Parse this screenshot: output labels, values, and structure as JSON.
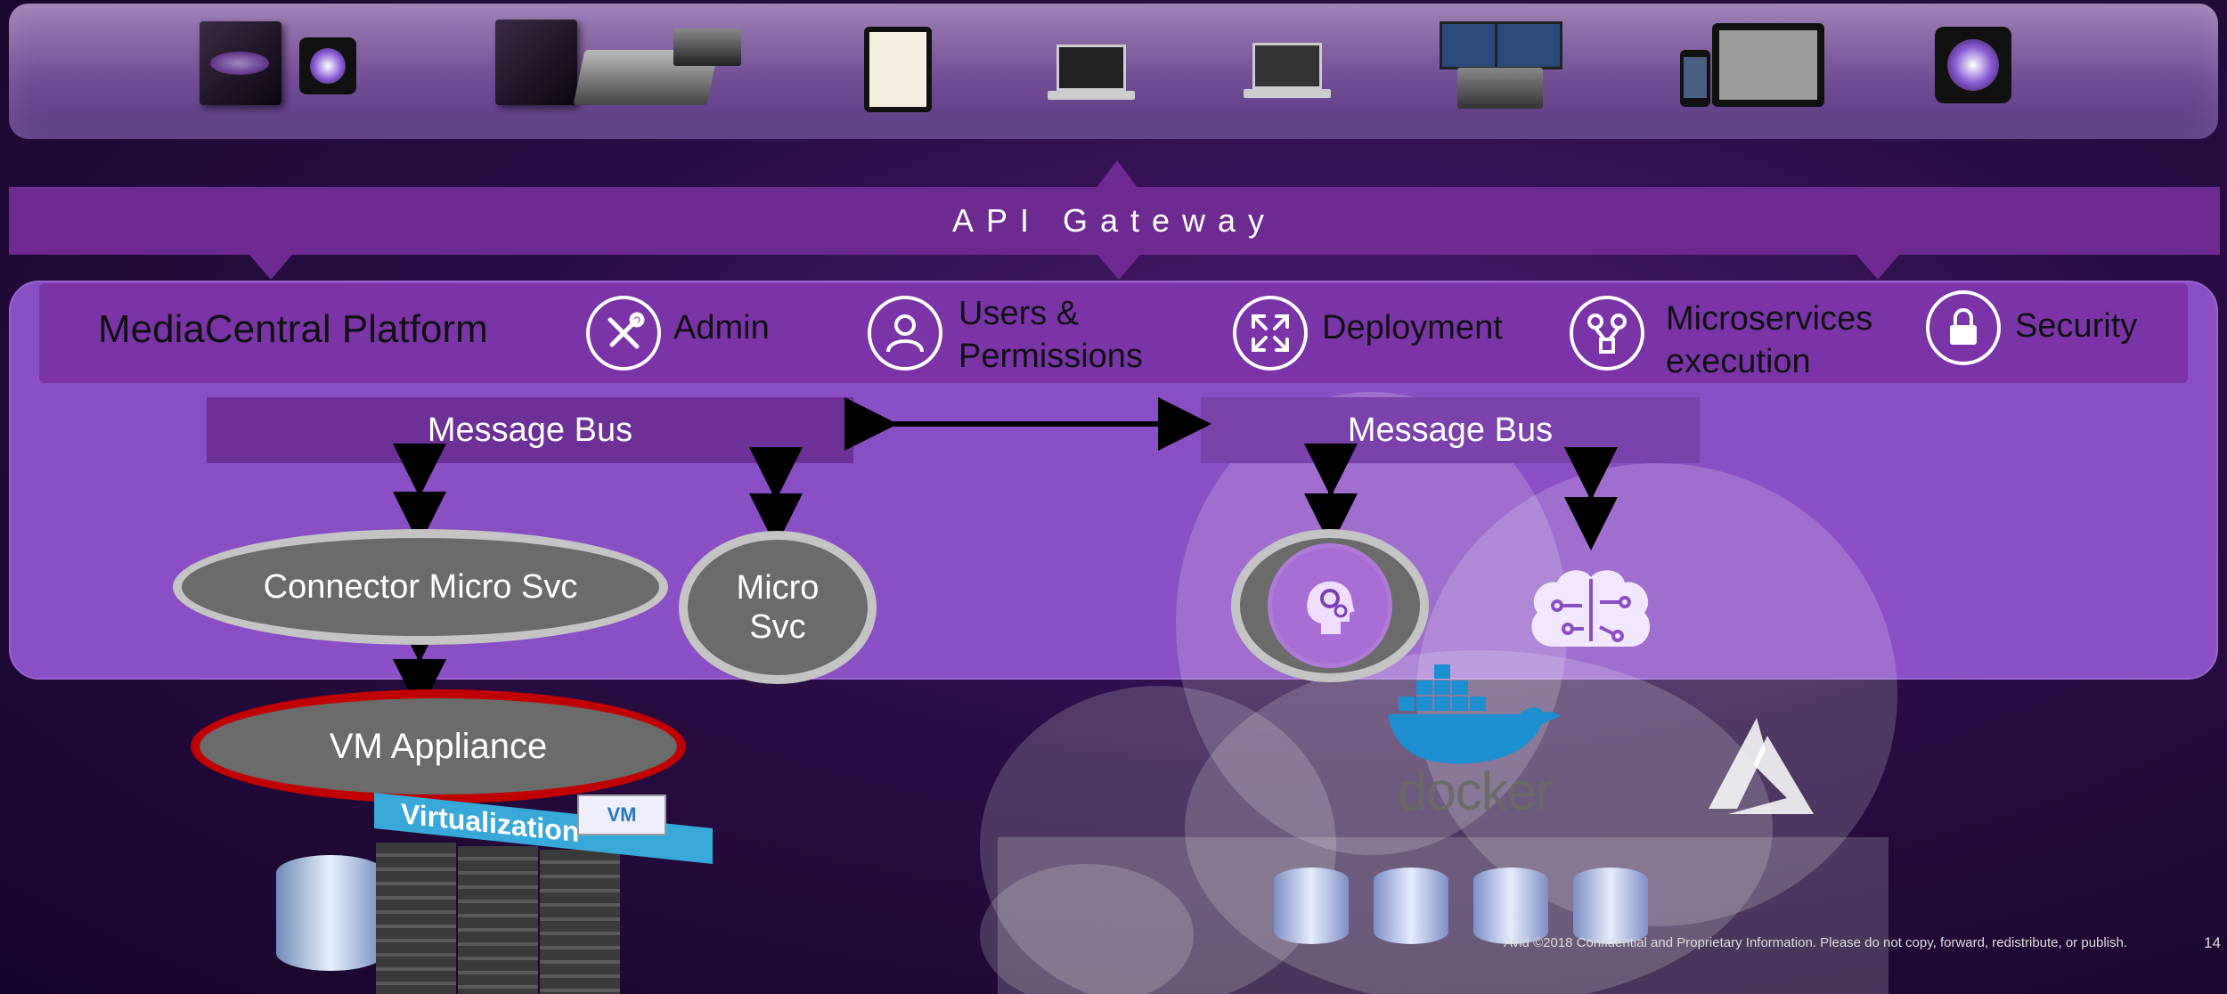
{
  "api_gateway": {
    "label": "API Gateway"
  },
  "platform": {
    "title": "MediaCentral Platform",
    "features": [
      {
        "label": "Admin",
        "icon": "tools-icon"
      },
      {
        "label_line1": "Users &",
        "label_line2": "Permissions",
        "icon": "user-icon"
      },
      {
        "label": "Deployment",
        "icon": "expand-arrows-icon"
      },
      {
        "label_line1": "Microservices",
        "label_line2": "execution",
        "icon": "workflow-icon"
      },
      {
        "label": "Security",
        "icon": "lock-icon"
      }
    ]
  },
  "message_bus_left": {
    "label": "Message Bus"
  },
  "message_bus_right": {
    "label": "Message Bus"
  },
  "connector": {
    "label": "Connector Micro Svc"
  },
  "micro_svc": {
    "line1": "Micro",
    "line2": "Svc"
  },
  "vm_appliance": {
    "label": "VM Appliance"
  },
  "virtualization": {
    "label": "Virtualization",
    "vm_tag": "VM"
  },
  "docker": {
    "label": "docker"
  },
  "footer": {
    "text": "Avid ©2018 Confidential and Proprietary Information. Please do not copy, forward, redistribute, or publish.",
    "page": "14"
  },
  "colors": {
    "purple_panel": "#8a4fc4",
    "header": "#7b34a8",
    "gateway": "#6d2a91",
    "vm_ring": "#c00000",
    "node_grey": "#6b6b6b"
  }
}
